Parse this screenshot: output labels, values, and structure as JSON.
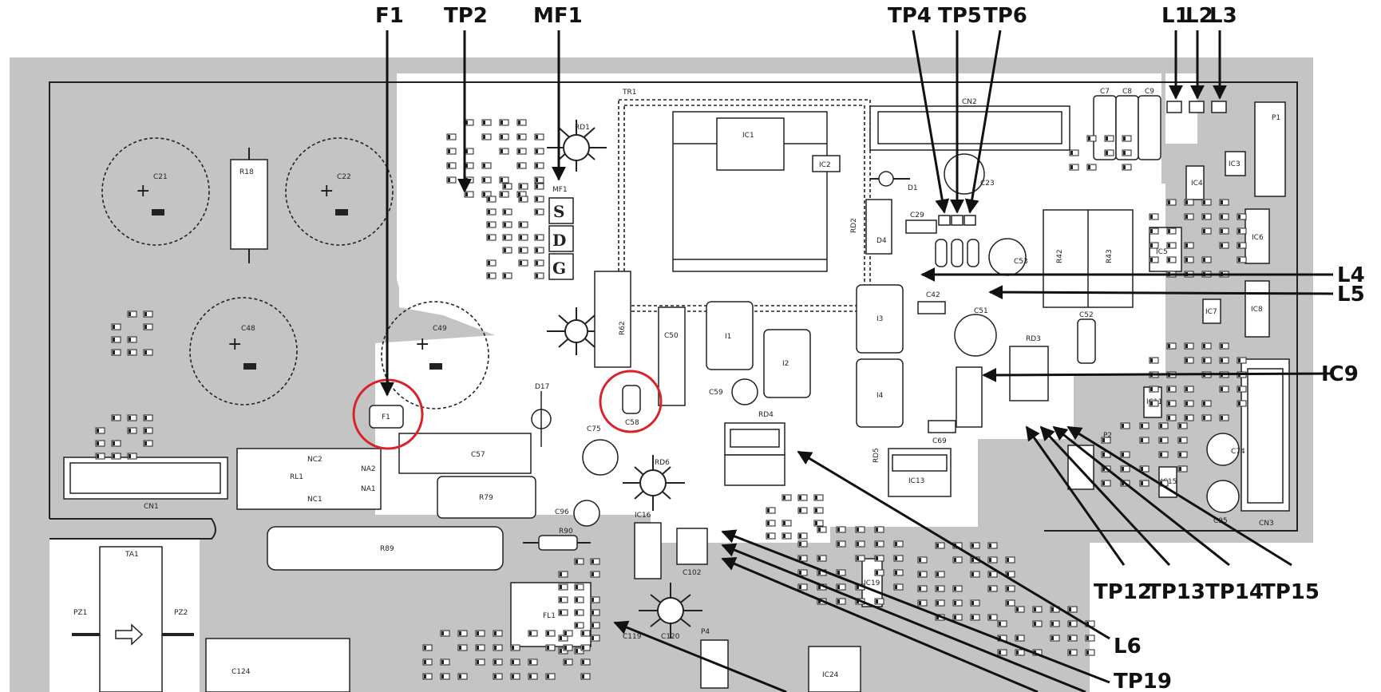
{
  "callouts": {
    "F1": "F1",
    "TP2": "TP2",
    "MF1": "MF1",
    "TP4": "TP4",
    "TP5": "TP5",
    "TP6": "TP6",
    "L1": "L1",
    "L2": "L2",
    "L3": "L3",
    "L4": "L4",
    "L5": "L5",
    "IC9": "IC9",
    "TP12": "TP12",
    "TP13": "TP13",
    "TP14": "TP14",
    "TP15": "TP15",
    "L6": "L6",
    "TP19": "TP19"
  },
  "board_labels": {
    "C21": "C21",
    "C22": "C22",
    "C48": "C48",
    "C49": "C49",
    "R18": "R18",
    "CN1": "CN1",
    "CN2": "CN2",
    "CN3": "CN3",
    "RL1": "RL1",
    "NC2": "NC2",
    "NC1": "NC1",
    "NA2": "NA2",
    "NA1": "NA1",
    "C57": "C57",
    "R79": "R79",
    "R89": "R89",
    "R90": "R90",
    "TA1": "TA1",
    "PZ1": "PZ1",
    "PZ2": "PZ2",
    "C124": "C124",
    "FL1": "FL1",
    "IC16": "IC16",
    "C102": "C102",
    "IC24": "IC24",
    "C120": "C120",
    "C119": "C119",
    "C75": "C75",
    "C96": "C96",
    "C58": "C58",
    "D17": "D17",
    "RD1": "RD1",
    "RD2": "RD2",
    "RD3": "RD3",
    "RD4": "RD4",
    "RD5": "RD5",
    "RD6": "RD6",
    "TR1": "TR1",
    "IC1": "IC1",
    "IC2": "IC2",
    "IC3": "IC3",
    "IC4": "IC4",
    "IC5": "IC5",
    "IC6": "IC6",
    "IC7": "IC7",
    "IC8": "IC8",
    "IC11": "IC11",
    "IC13": "IC13",
    "IC15": "IC15",
    "IC19": "IC19",
    "C50": "C50",
    "C59": "C59",
    "C51": "C51",
    "C52": "C52",
    "C53": "C53",
    "R42": "R42",
    "R43": "R43",
    "R62": "R62",
    "I1": "I1",
    "I2": "I2",
    "I3": "I3",
    "I4": "I4",
    "D1": "D1",
    "D4": "D4",
    "C7": "C7",
    "C8": "C8",
    "C9": "C9",
    "C23": "C23",
    "C29": "C29",
    "C42": "C42",
    "C69": "C69",
    "C74": "C74",
    "C95": "C95",
    "P2": "P2",
    "P4": "P4",
    "P1": "P1",
    "F1_small": "F1",
    "MF1_small": "MF1",
    "S": "S",
    "D": "D",
    "G": "G"
  }
}
